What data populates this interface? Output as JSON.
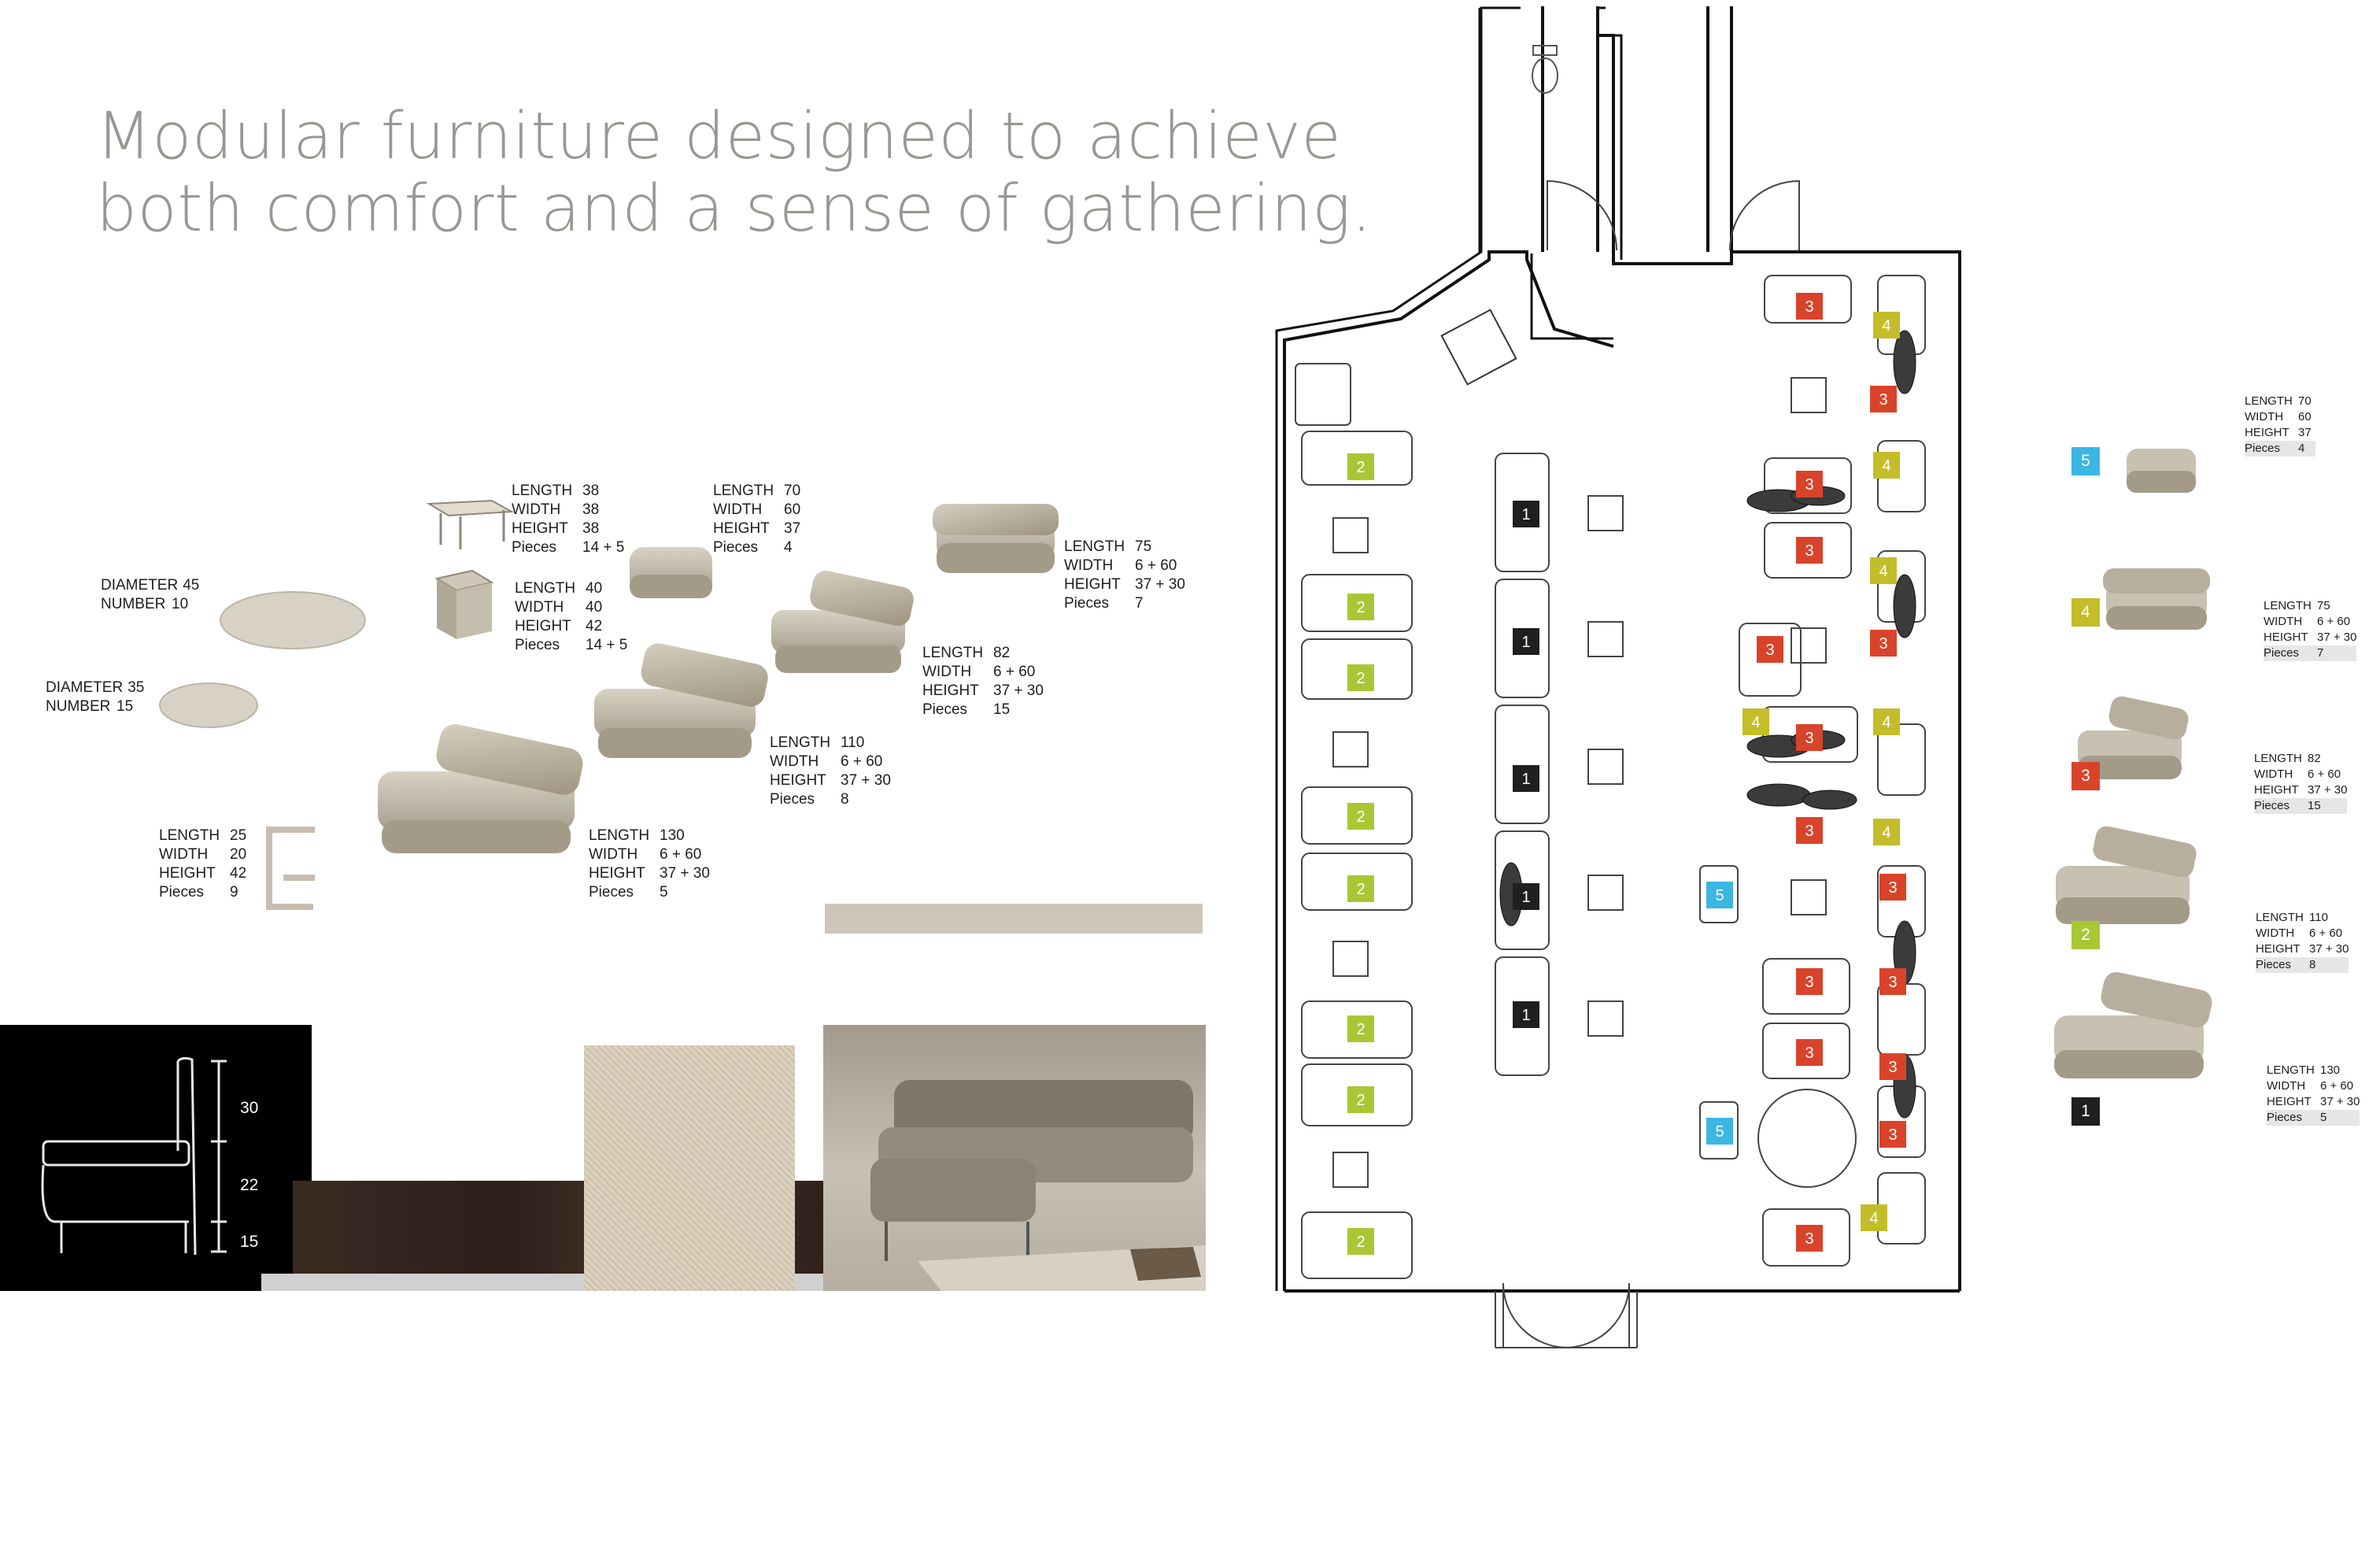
{
  "headline": {
    "line1": "Modular furniture designed to achieve",
    "line2": "both comfort and a sense of gathering."
  },
  "colors": {
    "type1": "#1f1f1f",
    "type2": "#a9c734",
    "type3": "#d9432a",
    "type4": "#c4bd2a",
    "type5": "#3cb6e3",
    "beige": "#cdc6b8",
    "title": "#9a9792",
    "wood": "#3a2a22"
  },
  "catalog": {
    "round_table_large": {
      "k1": "DIAMETER",
      "v1": "45",
      "k2": "NUMBER",
      "v2": "10"
    },
    "round_table_small": {
      "k1": "DIAMETER",
      "v1": "35",
      "k2": "NUMBER",
      "v2": "15"
    },
    "square_table": {
      "k1": "LENGTH",
      "v1": "38",
      "k2": "WIDTH",
      "v2": "38",
      "k3": "HEIGHT",
      "v3": "38",
      "k4": "Pieces",
      "v4": "14 + 5"
    },
    "cube_table": {
      "k1": "LENGTH",
      "v1": "40",
      "k2": "WIDTH",
      "v2": "40",
      "k3": "HEIGHT",
      "v3": "42",
      "k4": "Pieces",
      "v4": "14 + 5"
    },
    "ottoman": {
      "k1": "LENGTH",
      "v1": "70",
      "k2": "WIDTH",
      "v2": "60",
      "k3": "HEIGHT",
      "v3": "37",
      "k4": "Pieces",
      "v4": "4"
    },
    "corner_sofa": {
      "k1": "LENGTH",
      "v1": "75",
      "k2": "WIDTH",
      "v2": "6 + 60",
      "k3": "HEIGHT",
      "v3": "37 + 30",
      "k4": "Pieces",
      "v4": "7"
    },
    "sofa_82": {
      "k1": "LENGTH",
      "v1": "82",
      "k2": "WIDTH",
      "v2": "6 + 60",
      "k3": "HEIGHT",
      "v3": "37 + 30",
      "k4": "Pieces",
      "v4": "15"
    },
    "sofa_110": {
      "k1": "LENGTH",
      "v1": "110",
      "k2": "WIDTH",
      "v2": "6 + 60",
      "k3": "HEIGHT",
      "v3": "37 + 30",
      "k4": "Pieces",
      "v4": "8"
    },
    "sofa_130": {
      "k1": "LENGTH",
      "v1": "130",
      "k2": "WIDTH",
      "v2": "6 + 60",
      "k3": "HEIGHT",
      "v3": "37 + 30",
      "k4": "Pieces",
      "v4": "5"
    },
    "side_table": {
      "k1": "LENGTH",
      "v1": "25",
      "k2": "WIDTH",
      "v2": "20",
      "k3": "HEIGHT",
      "v3": "42",
      "k4": "Pieces",
      "v4": "9"
    }
  },
  "section_dims": {
    "back": "30",
    "seat": "22",
    "leg": "15"
  },
  "legend": {
    "type5": {
      "num": "5",
      "k1": "LENGTH",
      "v1": "70",
      "k2": "WIDTH",
      "v2": "60",
      "k3": "HEIGHT",
      "v3": "37",
      "k4": "Pieces",
      "v4": "4"
    },
    "type4": {
      "num": "4",
      "k1": "LENGTH",
      "v1": "75",
      "k2": "WIDTH",
      "v2": "6 + 60",
      "k3": "HEIGHT",
      "v3": "37 + 30",
      "k4": "Pieces",
      "v4": "7"
    },
    "type3": {
      "num": "3",
      "k1": "LENGTH",
      "v1": "82",
      "k2": "WIDTH",
      "v2": "6 + 60",
      "k3": "HEIGHT",
      "v3": "37 + 30",
      "k4": "Pieces",
      "v4": "15"
    },
    "type2": {
      "num": "2",
      "k1": "LENGTH",
      "v1": "110",
      "k2": "WIDTH",
      "v2": "6 + 60",
      "k3": "HEIGHT",
      "v3": "37 + 30",
      "k4": "Pieces",
      "v4": "8"
    },
    "type1": {
      "num": "1",
      "k1": "LENGTH",
      "v1": "130",
      "k2": "WIDTH",
      "v2": "6 + 60",
      "k3": "HEIGHT",
      "v3": "37 + 30",
      "k4": "Pieces",
      "v4": "5"
    }
  },
  "plan": {
    "labels": {
      "one": "1",
      "two": "2",
      "three": "3",
      "four": "4",
      "five": "5"
    }
  }
}
